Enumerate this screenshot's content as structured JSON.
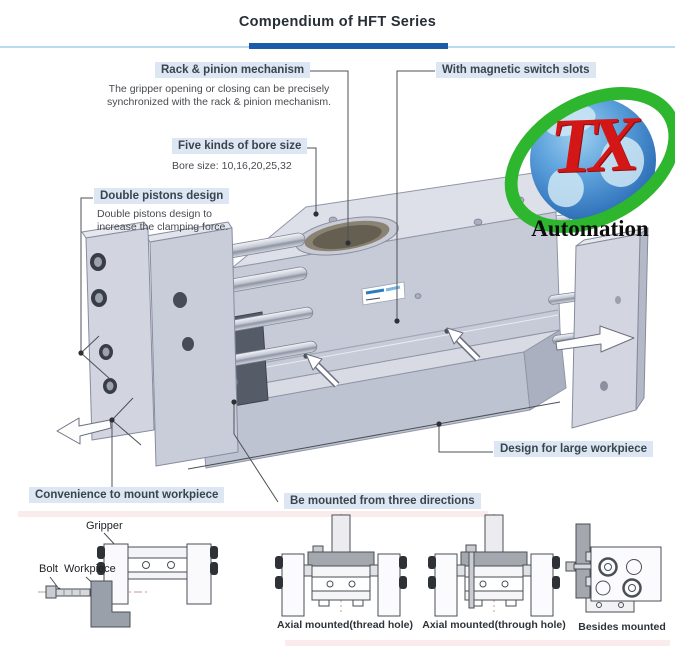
{
  "header": {
    "title": "Compendium of HFT Series"
  },
  "logo": {
    "mark": "TX",
    "caption": "Automation",
    "colors": {
      "red": "#d31616",
      "green": "#2fb62f",
      "globe_blue": "#2a6cb5"
    }
  },
  "callouts": {
    "rack_pinion": {
      "label": "Rack & pinion mechanism",
      "description_line1": "The gripper opening or closing can be precisely",
      "description_line2": "synchronized with the rack & pinion mechanism."
    },
    "magnetic_switch": {
      "label": "With magnetic switch slots"
    },
    "bore_size": {
      "label": "Five kinds of bore size",
      "description": "Bore size: 10,16,20,25,32"
    },
    "double_pistons": {
      "label": "Double pistons design",
      "description_line1": "Double pistons design to",
      "description_line2": "increase the clamping force."
    },
    "large_workpiece": {
      "label": "Design for large workpiece"
    },
    "mount_workpiece": {
      "label": "Convenience to mount workpiece"
    },
    "three_directions": {
      "label": "Be mounted from three directions"
    }
  },
  "mounting_examples": {
    "part_labels": {
      "gripper": "Gripper",
      "bolt": "Bolt",
      "workpiece": "Workpiece"
    },
    "captions": {
      "axial_thread": "Axial mounted(thread hole)",
      "axial_through": "Axial mounted(through hole)",
      "besides": "Besides mounted"
    }
  },
  "colors": {
    "accent_bar": "#1a5ca8",
    "accent_bar_light": "#badbf0",
    "callout_background": "#dce7f3",
    "callout_text": "#39444e"
  }
}
